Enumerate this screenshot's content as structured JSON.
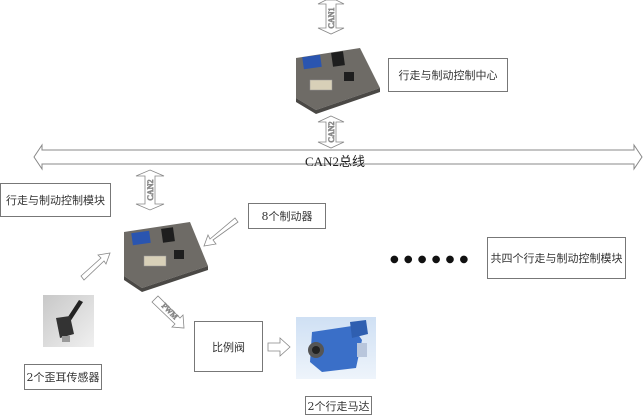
{
  "diagram": {
    "bus": {
      "label": "CAN2总线"
    },
    "links": {
      "can1": "CAN1",
      "can2_center": "CAN2",
      "can2_module": "CAN2",
      "pwm": "PWM"
    },
    "boxes": {
      "center_controller": "行走与制动控制中心",
      "module": "行走与制动控制模块",
      "brakes": "8个制动器",
      "four_modules": "共四个行走与制动控制模块",
      "valve": "比例阀",
      "sensors": "2个歪耳传感器",
      "motors": "2个行走马达"
    },
    "ellipsis": "● ● ● ● ● ●",
    "colors": {
      "connector_blue": "#2a55b0",
      "module_body": "#6e6b66",
      "motor_blue": "#3a6fc8"
    }
  }
}
